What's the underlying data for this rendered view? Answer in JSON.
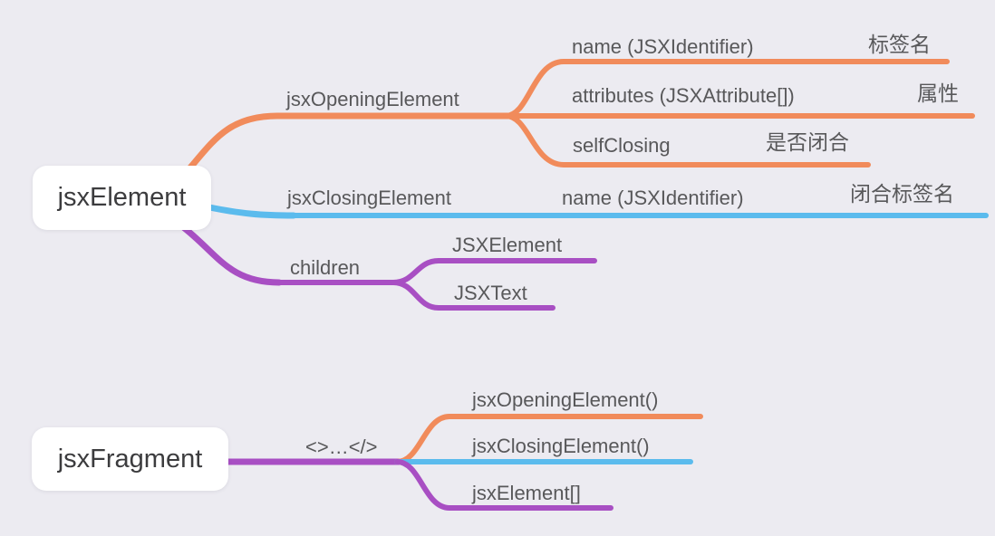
{
  "theme": {
    "bg": "#ECEBF1",
    "orange": "#F18B5B",
    "blue": "#5BBBED",
    "purple": "#A84FC3",
    "label": "#58585A",
    "root-text": "#3C3C3E",
    "node-bg": "#FFFFFF"
  },
  "map": {
    "roots": [
      {
        "label": "jsxElement",
        "children": [
          {
            "label": "jsxOpeningElement",
            "color": "orange",
            "children": [
              {
                "label": "name (JSXIdentifier)",
                "color": "orange",
                "children": [
                  {
                    "label": "标签名",
                    "color": "orange"
                  }
                ]
              },
              {
                "label": "attributes (JSXAttribute[])",
                "color": "orange",
                "children": [
                  {
                    "label": "属性",
                    "color": "orange"
                  }
                ]
              },
              {
                "label": "selfClosing",
                "color": "orange",
                "children": [
                  {
                    "label": "是否闭合",
                    "color": "orange"
                  }
                ]
              }
            ]
          },
          {
            "label": "jsxClosingElement",
            "color": "blue",
            "children": [
              {
                "label": "name (JSXIdentifier)",
                "color": "blue",
                "children": [
                  {
                    "label": "闭合标签名",
                    "color": "blue"
                  }
                ]
              }
            ]
          },
          {
            "label": "children",
            "color": "purple",
            "children": [
              {
                "label": "JSXElement",
                "color": "purple"
              },
              {
                "label": "JSXText",
                "color": "purple"
              }
            ]
          }
        ]
      },
      {
        "label": "jsxFragment",
        "children": [
          {
            "label": "<>…</>",
            "color": "purple",
            "children": [
              {
                "label": "jsxOpeningElement()",
                "color": "orange"
              },
              {
                "label": "jsxClosingElement()",
                "color": "blue"
              },
              {
                "label": "jsxElement[]",
                "color": "purple"
              }
            ]
          }
        ]
      }
    ]
  }
}
